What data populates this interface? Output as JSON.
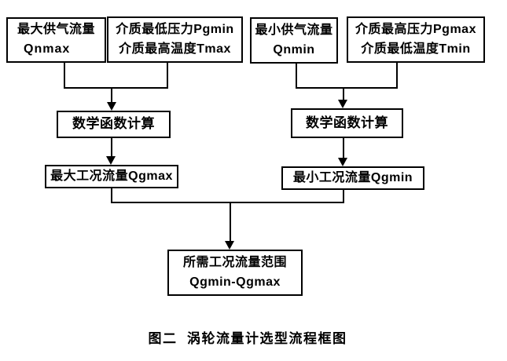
{
  "diagram": {
    "caption": "图二  涡轮流量计选型流程框图",
    "boxes": {
      "qnmax": {
        "line1": "最大供气流量",
        "line2": "Qnmax"
      },
      "pgmin_tmax": {
        "line1": "介质最低压力Pgmin",
        "line2": "介质最高温度Tmax"
      },
      "qnmin": {
        "line1": "最小供气流量",
        "line2": "Qnmin"
      },
      "pgmax_tmin": {
        "line1": "介质最高压力Pgmax",
        "line2": "介质最低温度Tmin"
      },
      "math_left": {
        "label": "数学函数计算"
      },
      "math_right": {
        "label": "数学函数计算"
      },
      "qgmax": {
        "label": "最大工况流量Qgmax"
      },
      "qgmin": {
        "label": "最小工况流量Qgmin"
      },
      "result": {
        "line1": "所需工况流量范围",
        "line2": "Qgmin-Qgmax"
      }
    },
    "colors": {
      "line": "#000000",
      "background": "#ffffff",
      "text": "#000000"
    }
  }
}
